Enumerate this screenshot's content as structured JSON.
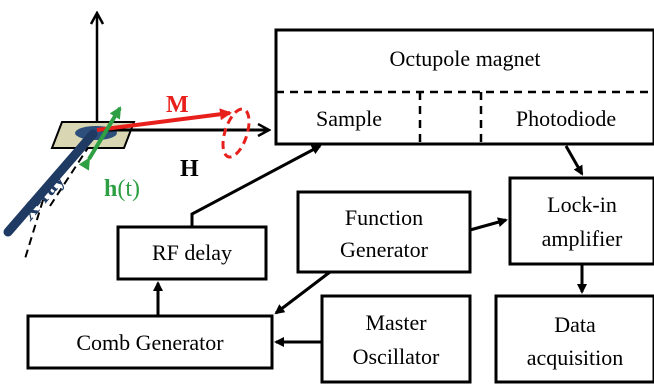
{
  "colors": {
    "magnetization": "#e8201c",
    "rf_field": "#2ea043",
    "xray": "#1f3a63",
    "sample_plate": "#d9d7b3",
    "sample_disc": "#2c4f7c",
    "line": "#000000",
    "background": "#ffffff"
  },
  "geometry_labels": {
    "magnetization": "M",
    "field": "H",
    "rf_field_h": "h",
    "rf_field_t": "(t)",
    "xray": "X-ray"
  },
  "blocks": {
    "octupole_magnet": "Octupole magnet",
    "sample": "Sample",
    "photodiode": "Photodiode",
    "function_generator": [
      "Function",
      "Generator"
    ],
    "lock_in_amplifier": [
      "Lock-in",
      "amplifier"
    ],
    "rf_delay": "RF delay",
    "comb_generator": "Comb Generator",
    "master_oscillator": [
      "Master",
      "Oscillator"
    ],
    "data_acquisition": [
      "Data",
      "acquisition"
    ]
  },
  "connections": [
    {
      "from": "rf_delay",
      "to": "sample"
    },
    {
      "from": "comb_generator",
      "to": "rf_delay"
    },
    {
      "from": "function_generator",
      "to": "comb_generator"
    },
    {
      "from": "function_generator",
      "to": "lock_in_amplifier"
    },
    {
      "from": "master_oscillator",
      "to": "comb_generator"
    },
    {
      "from": "photodiode",
      "to": "lock_in_amplifier"
    },
    {
      "from": "lock_in_amplifier",
      "to": "data_acquisition"
    }
  ]
}
